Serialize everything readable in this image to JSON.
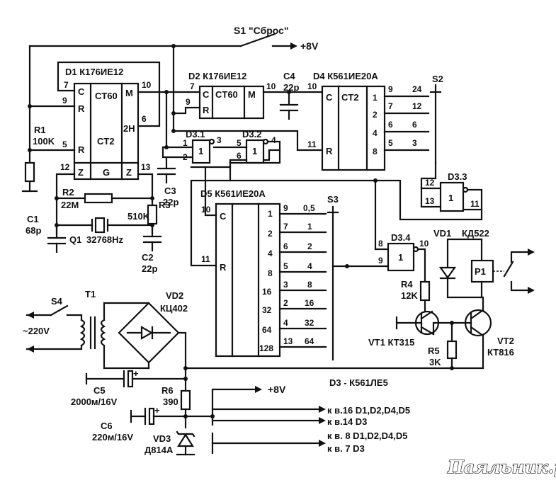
{
  "switch_s1": {
    "label": "S1 \"Сброс\"",
    "supply": "+8V"
  },
  "d1": {
    "name": "D1 К176ИЕ12",
    "ct60": "CT60",
    "ct2": "CT2",
    "m": "M",
    "h2": "2H",
    "c": "C",
    "r": "R",
    "z": "Z",
    "g": "G",
    "pins": {
      "p7": "7",
      "p9": "9",
      "p5": "5",
      "p12": "12",
      "p13": "13",
      "p10": "10",
      "p6": "6"
    }
  },
  "d2": {
    "name": "D2 К176ИЕ12",
    "ct60": "CT60",
    "m": "M",
    "c": "C",
    "r": "R",
    "pins": {
      "p7": "7",
      "p9": "9",
      "p10": "10"
    }
  },
  "d4": {
    "name": "D4 К561ИЕ20А",
    "ct2": "CT2",
    "c": "C",
    "r": "R",
    "pins": {
      "p10": "10",
      "p11": "11"
    },
    "outputs": [
      {
        "w": "1",
        "pin": "9",
        "s": "24"
      },
      {
        "w": "2",
        "pin": "7",
        "s": "12"
      },
      {
        "w": "4",
        "pin": "6",
        "s": "6"
      },
      {
        "w": "8",
        "pin": "5",
        "s": "3"
      }
    ]
  },
  "s2": {
    "label": "S2"
  },
  "c4": {
    "name": "C4",
    "value": "22p"
  },
  "d31": {
    "name": "D3.1",
    "sym": "1",
    "pins": {
      "a": "1",
      "b": "2",
      "o": "3"
    }
  },
  "d32": {
    "name": "D3.2",
    "sym": "1",
    "pins": {
      "a": "5",
      "b": "6",
      "o": "4"
    }
  },
  "d33": {
    "name": "D3.3",
    "sym": "1",
    "pins": {
      "a": "12",
      "b": "13",
      "o": "11"
    }
  },
  "d34": {
    "name": "D3.4",
    "sym": "1",
    "pins": {
      "a": "8",
      "b": "9",
      "o": "10"
    }
  },
  "r1": {
    "name": "R1",
    "value": "100K"
  },
  "r2": {
    "name": "R2",
    "value": "22M"
  },
  "r3": {
    "name": "R3",
    "value": "510K"
  },
  "c1": {
    "name": "C1",
    "value": "68p"
  },
  "c2": {
    "name": "C2",
    "value": "22p"
  },
  "c3": {
    "name": "C3",
    "value": "22p"
  },
  "q1": {
    "name": "Q1",
    "value": "32768Hz"
  },
  "d5": {
    "name": "D5 К561ИЕ20А",
    "c": "C",
    "r": "R",
    "pins": {
      "p10": "10",
      "p11": "11"
    },
    "outputs": [
      {
        "w": "1",
        "pin": "9",
        "s": "0,5"
      },
      {
        "w": "2",
        "pin": "7",
        "s": "1"
      },
      {
        "w": "4",
        "pin": "6",
        "s": "2"
      },
      {
        "w": "8",
        "pin": "5",
        "s": "4"
      },
      {
        "w": "16",
        "pin": "3",
        "s": "8"
      },
      {
        "w": "32",
        "pin": "2",
        "s": "16"
      },
      {
        "w": "64",
        "pin": "4",
        "s": "32"
      },
      {
        "w": "128",
        "pin": "13",
        "s": "64"
      }
    ]
  },
  "s3": {
    "label": "S3"
  },
  "vd1": {
    "name": "VD1",
    "type": "КД522"
  },
  "p1": {
    "name": "P1"
  },
  "r4": {
    "name": "R4",
    "value": "12K"
  },
  "r5": {
    "name": "R5",
    "value": "3K"
  },
  "vt1": {
    "name": "VT1 КТ315"
  },
  "vt2": {
    "name": "VT2",
    "type": "КТ816"
  },
  "s4": {
    "label": "S4"
  },
  "t1": {
    "name": "T1"
  },
  "mains": "~220V",
  "vd2": {
    "name": "VD2",
    "type": "КЦ402"
  },
  "c5": {
    "name": "C5",
    "value": "2000м/16V",
    "plus": "+"
  },
  "c6": {
    "name": "C6",
    "value": "220м/16V",
    "plus": "+"
  },
  "r6": {
    "name": "R6",
    "value": "390"
  },
  "vd3": {
    "name": "VD3",
    "type": "Д814А"
  },
  "d3_note": "D3 - К561ЛЕ5",
  "supply2": "+8V",
  "power_notes": [
    "к в.16 D1,D2,D4,D5",
    "к в.14 D3",
    "к в. 8 D1,D2,D4,D5",
    "к в. 7 D3"
  ],
  "watermark": "Паяльник.ру"
}
